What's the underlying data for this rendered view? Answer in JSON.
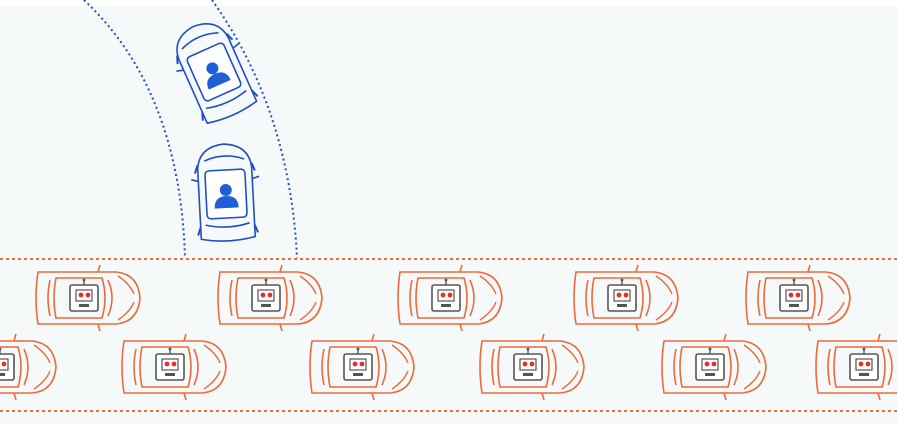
{
  "scene": {
    "description_free": true,
    "colors": {
      "background": "#f6f9fa",
      "human_car": "#1f5fd6",
      "robot_car": "#ec6a3a",
      "robot_eyes": "#e0312a",
      "human_lane": "#1f4fc4",
      "robot_lane": "#ec6a3a"
    },
    "human_cars": [
      {
        "icon": "human-driver-icon"
      },
      {
        "icon": "human-driver-icon"
      }
    ],
    "robot_cars": [
      {
        "icon": "robot-driver-icon",
        "row": 1
      },
      {
        "icon": "robot-driver-icon",
        "row": 1
      },
      {
        "icon": "robot-driver-icon",
        "row": 1
      },
      {
        "icon": "robot-driver-icon",
        "row": 1
      },
      {
        "icon": "robot-driver-icon",
        "row": 1
      },
      {
        "icon": "robot-driver-icon",
        "row": 2
      },
      {
        "icon": "robot-driver-icon",
        "row": 2
      },
      {
        "icon": "robot-driver-icon",
        "row": 2
      },
      {
        "icon": "robot-driver-icon",
        "row": 2
      },
      {
        "icon": "robot-driver-icon",
        "row": 2
      },
      {
        "icon": "robot-driver-icon",
        "row": 2
      }
    ]
  }
}
